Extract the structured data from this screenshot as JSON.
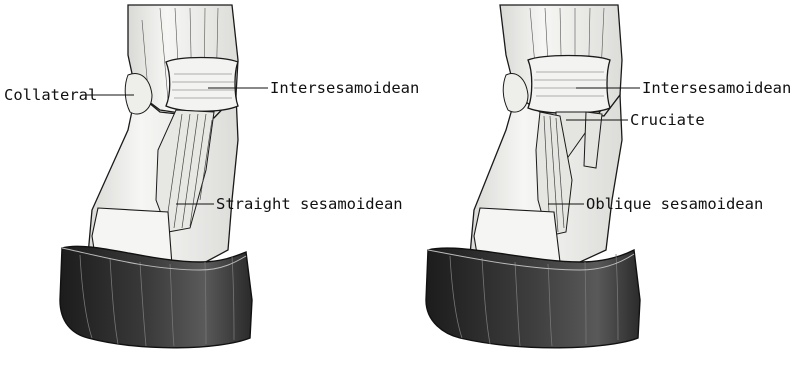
{
  "figures": [
    {
      "id": "left",
      "labels": {
        "collateral": "Collateral",
        "intersesamoidean": "Intersesamoidean",
        "straight_sesamoidean": "Straight sesamoidean"
      }
    },
    {
      "id": "right",
      "labels": {
        "intersesamoidean": "Intersesamoidean",
        "cruciate": "Cruciate",
        "oblique_sesamoidean": "Oblique sesamoidean"
      }
    }
  ],
  "colors": {
    "ink": "#1a1a1a",
    "bone_fill": "#f4f4f2",
    "ligament_fill": "#e9e9e6",
    "hoof_dark": "#262626",
    "hoof_mid": "#4a4a4a",
    "background": "#ffffff"
  }
}
